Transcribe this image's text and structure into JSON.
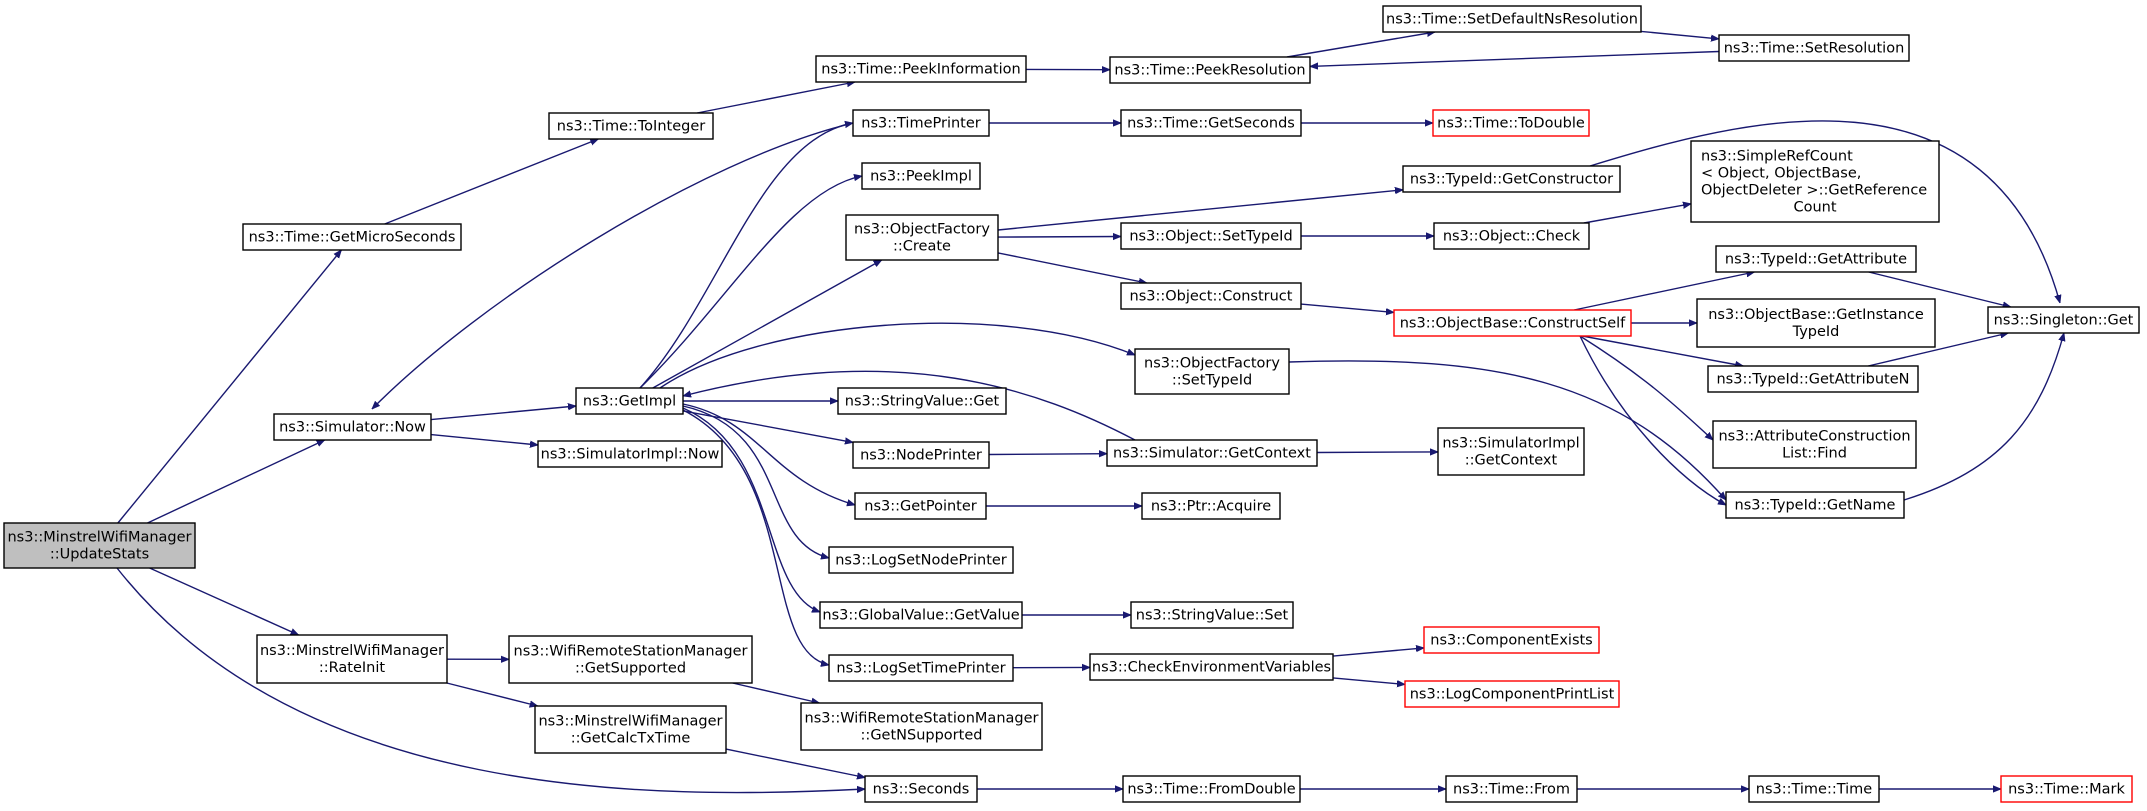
{
  "colors": {
    "edge": "#191970",
    "node_border": "#000000",
    "truncated_border": "#ff0000",
    "root_fill": "#bfbfbf"
  },
  "nodes": [
    {
      "id": "root",
      "lines": [
        "ns3::MinstrelWifiManager",
        "::UpdateStats"
      ],
      "root": true
    },
    {
      "id": "getMicro",
      "lines": [
        "ns3::Time::GetMicroSeconds"
      ]
    },
    {
      "id": "toInteger",
      "lines": [
        "ns3::Time::ToInteger"
      ]
    },
    {
      "id": "peekInfo",
      "lines": [
        "ns3::Time::PeekInformation"
      ]
    },
    {
      "id": "peekRes",
      "lines": [
        "ns3::Time::PeekResolution"
      ]
    },
    {
      "id": "setDefNs",
      "lines": [
        "ns3::Time::SetDefaultNsResolution"
      ]
    },
    {
      "id": "setRes",
      "lines": [
        "ns3::Time::SetResolution"
      ]
    },
    {
      "id": "timePrinter",
      "lines": [
        "ns3::TimePrinter"
      ]
    },
    {
      "id": "getSeconds",
      "lines": [
        "ns3::Time::GetSeconds"
      ]
    },
    {
      "id": "toDouble",
      "lines": [
        "ns3::Time::ToDouble"
      ],
      "truncated": true
    },
    {
      "id": "peekImpl",
      "lines": [
        "ns3::PeekImpl"
      ]
    },
    {
      "id": "objFactCreate",
      "lines": [
        "ns3::ObjectFactory",
        "::Create"
      ]
    },
    {
      "id": "getConstructor",
      "lines": [
        "ns3::TypeId::GetConstructor"
      ]
    },
    {
      "id": "simpleRef",
      "lines": [
        "ns3::SimpleRefCount",
        "< Object, ObjectBase,",
        "ObjectDeleter >::GetReference",
        "Count"
      ]
    },
    {
      "id": "setTypeId",
      "lines": [
        "ns3::Object::SetTypeId"
      ]
    },
    {
      "id": "objCheck",
      "lines": [
        "ns3::Object::Check"
      ]
    },
    {
      "id": "objConstruct",
      "lines": [
        "ns3::Object::Construct"
      ]
    },
    {
      "id": "constructSelf",
      "lines": [
        "ns3::ObjectBase::ConstructSelf"
      ],
      "truncated": true
    },
    {
      "id": "getAttr",
      "lines": [
        "ns3::TypeId::GetAttribute"
      ]
    },
    {
      "id": "singleton",
      "lines": [
        "ns3::Singleton::Get"
      ]
    },
    {
      "id": "getInstTid",
      "lines": [
        "ns3::ObjectBase::GetInstance",
        "TypeId"
      ]
    },
    {
      "id": "getAttrN",
      "lines": [
        "ns3::TypeId::GetAttributeN"
      ]
    },
    {
      "id": "attrFind",
      "lines": [
        "ns3::AttributeConstruction",
        "List::Find"
      ]
    },
    {
      "id": "getName",
      "lines": [
        "ns3::TypeId::GetName"
      ]
    },
    {
      "id": "ofSetTypeId",
      "lines": [
        "ns3::ObjectFactory",
        "::SetTypeId"
      ]
    },
    {
      "id": "simNow",
      "lines": [
        "ns3::Simulator::Now"
      ]
    },
    {
      "id": "getImpl",
      "lines": [
        "ns3::GetImpl"
      ]
    },
    {
      "id": "svGet",
      "lines": [
        "ns3::StringValue::Get"
      ]
    },
    {
      "id": "simImplNow",
      "lines": [
        "ns3::SimulatorImpl::Now"
      ]
    },
    {
      "id": "nodePrinter",
      "lines": [
        "ns3::NodePrinter"
      ]
    },
    {
      "id": "simGetCtx",
      "lines": [
        "ns3::Simulator::GetContext"
      ]
    },
    {
      "id": "simImplGetCtx",
      "lines": [
        "ns3::SimulatorImpl",
        "::GetContext"
      ]
    },
    {
      "id": "getPointer",
      "lines": [
        "ns3::GetPointer"
      ]
    },
    {
      "id": "ptrAcquire",
      "lines": [
        "ns3::Ptr::Acquire"
      ]
    },
    {
      "id": "logSetNode",
      "lines": [
        "ns3::LogSetNodePrinter"
      ]
    },
    {
      "id": "gvGetValue",
      "lines": [
        "ns3::GlobalValue::GetValue"
      ]
    },
    {
      "id": "svSet",
      "lines": [
        "ns3::StringValue::Set"
      ]
    },
    {
      "id": "logSetTime",
      "lines": [
        "ns3::LogSetTimePrinter"
      ]
    },
    {
      "id": "checkEnv",
      "lines": [
        "ns3::CheckEnvironmentVariables"
      ]
    },
    {
      "id": "compExists",
      "lines": [
        "ns3::ComponentExists"
      ],
      "truncated": true
    },
    {
      "id": "logCompPrint",
      "lines": [
        "ns3::LogComponentPrintList"
      ],
      "truncated": true
    },
    {
      "id": "rateInit",
      "lines": [
        "ns3::MinstrelWifiManager",
        "::RateInit"
      ]
    },
    {
      "id": "wrsmGetSupp",
      "lines": [
        "ns3::WifiRemoteStationManager",
        "::GetSupported"
      ]
    },
    {
      "id": "getCalcTx",
      "lines": [
        "ns3::MinstrelWifiManager",
        "::GetCalcTxTime"
      ]
    },
    {
      "id": "getNSupp",
      "lines": [
        "ns3::WifiRemoteStationManager",
        "::GetNSupported"
      ]
    },
    {
      "id": "seconds",
      "lines": [
        "ns3::Seconds"
      ]
    },
    {
      "id": "fromDouble",
      "lines": [
        "ns3::Time::FromDouble"
      ]
    },
    {
      "id": "timeFrom",
      "lines": [
        "ns3::Time::From"
      ]
    },
    {
      "id": "timeTime",
      "lines": [
        "ns3::Time::Time"
      ]
    },
    {
      "id": "timeMark",
      "lines": [
        "ns3::Time::Mark"
      ],
      "truncated": true
    }
  ],
  "edges": [
    [
      "root",
      "getMicro"
    ],
    [
      "root",
      "simNow"
    ],
    [
      "root",
      "rateInit"
    ],
    [
      "root",
      "seconds"
    ],
    [
      "getMicro",
      "toInteger"
    ],
    [
      "toInteger",
      "peekInfo"
    ],
    [
      "peekInfo",
      "peekRes"
    ],
    [
      "peekRes",
      "setDefNs"
    ],
    [
      "setDefNs",
      "setRes"
    ],
    [
      "setRes",
      "peekRes"
    ],
    [
      "timePrinter",
      "simNow"
    ],
    [
      "timePrinter",
      "getSeconds"
    ],
    [
      "getSeconds",
      "toDouble"
    ],
    [
      "simNow",
      "getImpl"
    ],
    [
      "simNow",
      "simImplNow"
    ],
    [
      "getImpl",
      "timePrinter"
    ],
    [
      "getImpl",
      "peekImpl"
    ],
    [
      "getImpl",
      "objFactCreate"
    ],
    [
      "getImpl",
      "ofSetTypeId"
    ],
    [
      "getImpl",
      "svGet"
    ],
    [
      "getImpl",
      "nodePrinter"
    ],
    [
      "getImpl",
      "getPointer"
    ],
    [
      "getImpl",
      "logSetNode"
    ],
    [
      "getImpl",
      "gvGetValue"
    ],
    [
      "getImpl",
      "logSetTime"
    ],
    [
      "objFactCreate",
      "getConstructor"
    ],
    [
      "objFactCreate",
      "setTypeId"
    ],
    [
      "objFactCreate",
      "objConstruct"
    ],
    [
      "getConstructor",
      "singleton"
    ],
    [
      "setTypeId",
      "objCheck"
    ],
    [
      "objCheck",
      "simpleRef"
    ],
    [
      "objConstruct",
      "constructSelf"
    ],
    [
      "constructSelf",
      "getAttr"
    ],
    [
      "constructSelf",
      "getInstTid"
    ],
    [
      "constructSelf",
      "getAttrN"
    ],
    [
      "constructSelf",
      "attrFind"
    ],
    [
      "constructSelf",
      "getName"
    ],
    [
      "getAttr",
      "singleton"
    ],
    [
      "getAttrN",
      "singleton"
    ],
    [
      "getName",
      "singleton"
    ],
    [
      "ofSetTypeId",
      "getName"
    ],
    [
      "nodePrinter",
      "simGetCtx"
    ],
    [
      "simGetCtx",
      "getImpl"
    ],
    [
      "simGetCtx",
      "simImplGetCtx"
    ],
    [
      "getPointer",
      "ptrAcquire"
    ],
    [
      "gvGetValue",
      "svSet"
    ],
    [
      "logSetTime",
      "checkEnv"
    ],
    [
      "checkEnv",
      "compExists"
    ],
    [
      "checkEnv",
      "logCompPrint"
    ],
    [
      "rateInit",
      "wrsmGetSupp"
    ],
    [
      "rateInit",
      "getCalcTx"
    ],
    [
      "wrsmGetSupp",
      "getNSupp"
    ],
    [
      "getCalcTx",
      "seconds"
    ],
    [
      "seconds",
      "fromDouble"
    ],
    [
      "fromDouble",
      "timeFrom"
    ],
    [
      "timeFrom",
      "timeTime"
    ],
    [
      "timeTime",
      "timeMark"
    ]
  ]
}
